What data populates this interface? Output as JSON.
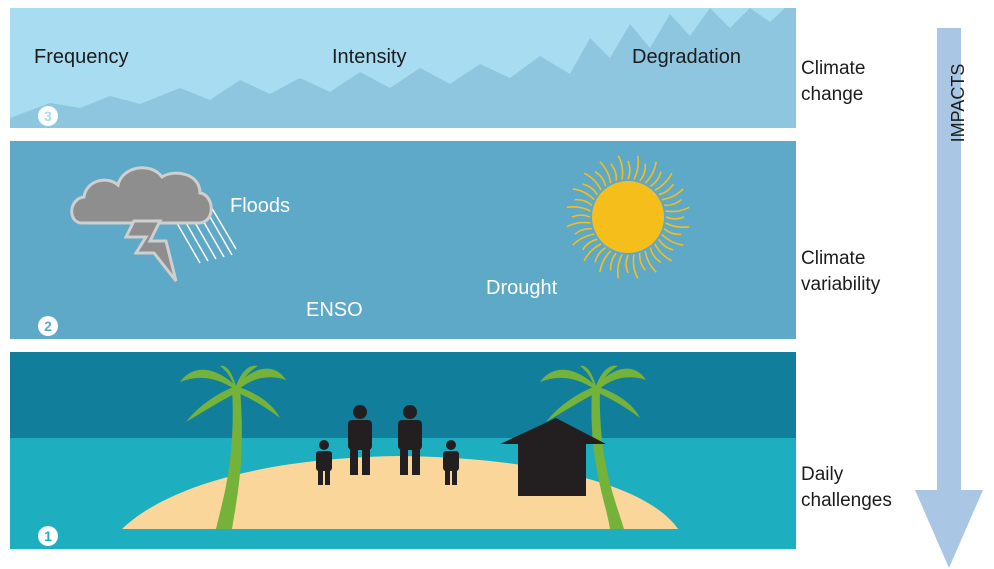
{
  "levels": {
    "climate_change": {
      "number": "3",
      "labels": [
        "Frequency",
        "Intensity",
        "Degradation"
      ],
      "side_label": "Climate\nchange"
    },
    "climate_variability": {
      "number": "2",
      "labels": [
        "Floods",
        "ENSO",
        "Drought"
      ],
      "side_label": "Climate\nvariability"
    },
    "daily_challenges": {
      "number": "1",
      "side_label": "Daily\nchallenges"
    }
  },
  "arrow_label": "IMPACTS",
  "colors": {
    "climate_change_bg": "#a8dcf0",
    "mountains": "#8ec6df",
    "climate_variability_bg": "#5ea8c8",
    "cloud": "#8e8e8e",
    "sun": "#f6be1a",
    "sky_dark": "#117e9c",
    "sea": "#1daec0",
    "sand": "#fad69a",
    "palm": "#74b23a",
    "silhouette": "#231f20",
    "arrow": "#a9c7e4"
  }
}
